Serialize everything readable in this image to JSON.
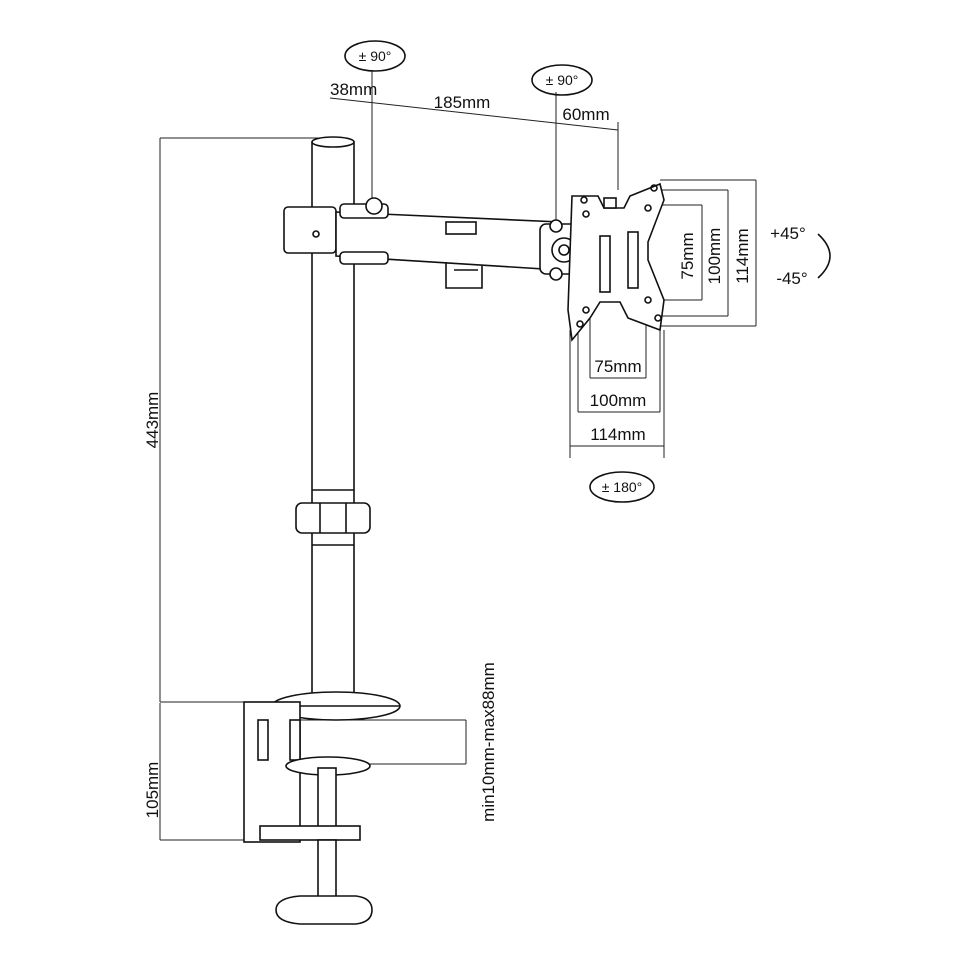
{
  "top": {
    "rotation_left": "± 90°",
    "rotation_right": "± 90°",
    "dim_38": "38mm",
    "dim_185": "185mm",
    "dim_60": "60mm"
  },
  "vesa_plate": {
    "dim_v75": "75mm",
    "dim_v100": "100mm",
    "dim_v114": "114mm",
    "dim_h75": "75mm",
    "dim_h100": "100mm",
    "dim_h114": "114mm",
    "tilt_up": "+45°",
    "tilt_down": "-45°",
    "rotation": "± 180°"
  },
  "pole": {
    "height": "443mm"
  },
  "clamp": {
    "height": "105mm",
    "desk_thickness": "min10mm-max88mm"
  }
}
